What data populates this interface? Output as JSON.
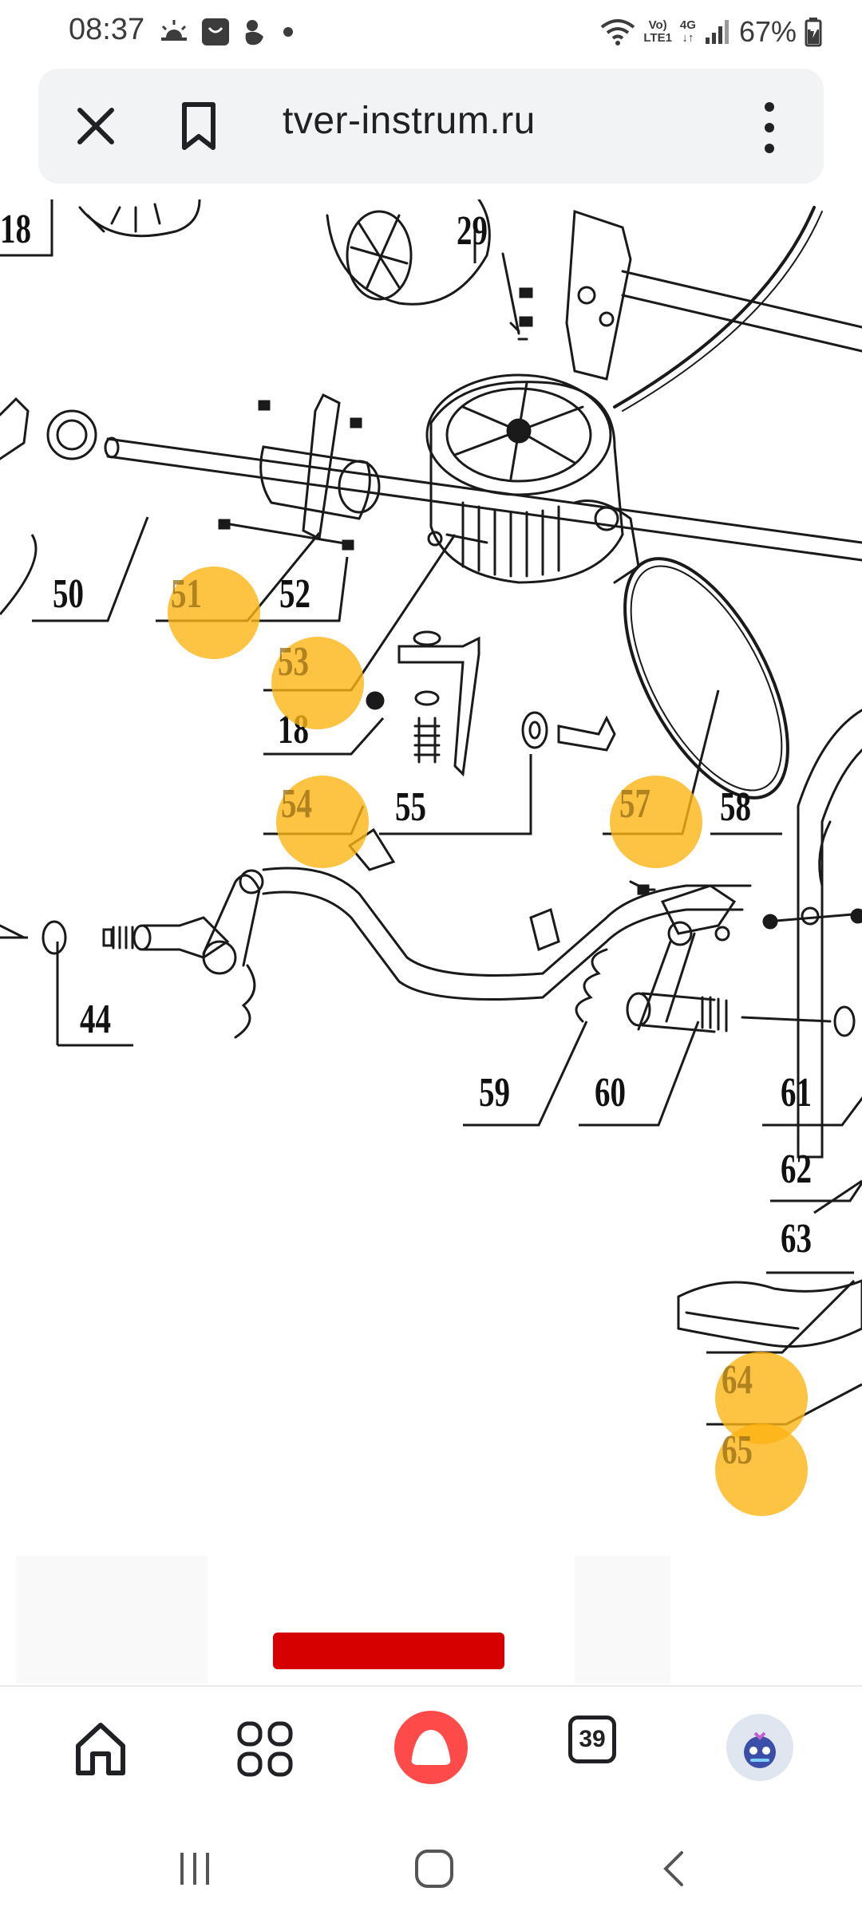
{
  "status_bar": {
    "time": "08:37",
    "network_top": "Vo)",
    "network_bottom": "LTE1",
    "net_type": "4G",
    "battery_percent": "67%"
  },
  "browser": {
    "url": "tver-instrum.ru"
  },
  "diagram": {
    "labels": {
      "l18_top": "18",
      "l29": "29",
      "l50": "50",
      "l51": "51",
      "l52": "52",
      "l53": "53",
      "l18_mid": "18",
      "l54": "54",
      "l55": "55",
      "l57": "57",
      "l58": "58",
      "l44": "44",
      "l59": "59",
      "l60": "60",
      "l61": "61",
      "l62": "62",
      "l63": "63",
      "l64": "64",
      "l65": "65"
    },
    "highlight_color": "#fcb414"
  },
  "bottom_nav": {
    "tabs_count": "39"
  },
  "colors": {
    "banner": "#d60000",
    "alice": "#ff4a4a"
  }
}
